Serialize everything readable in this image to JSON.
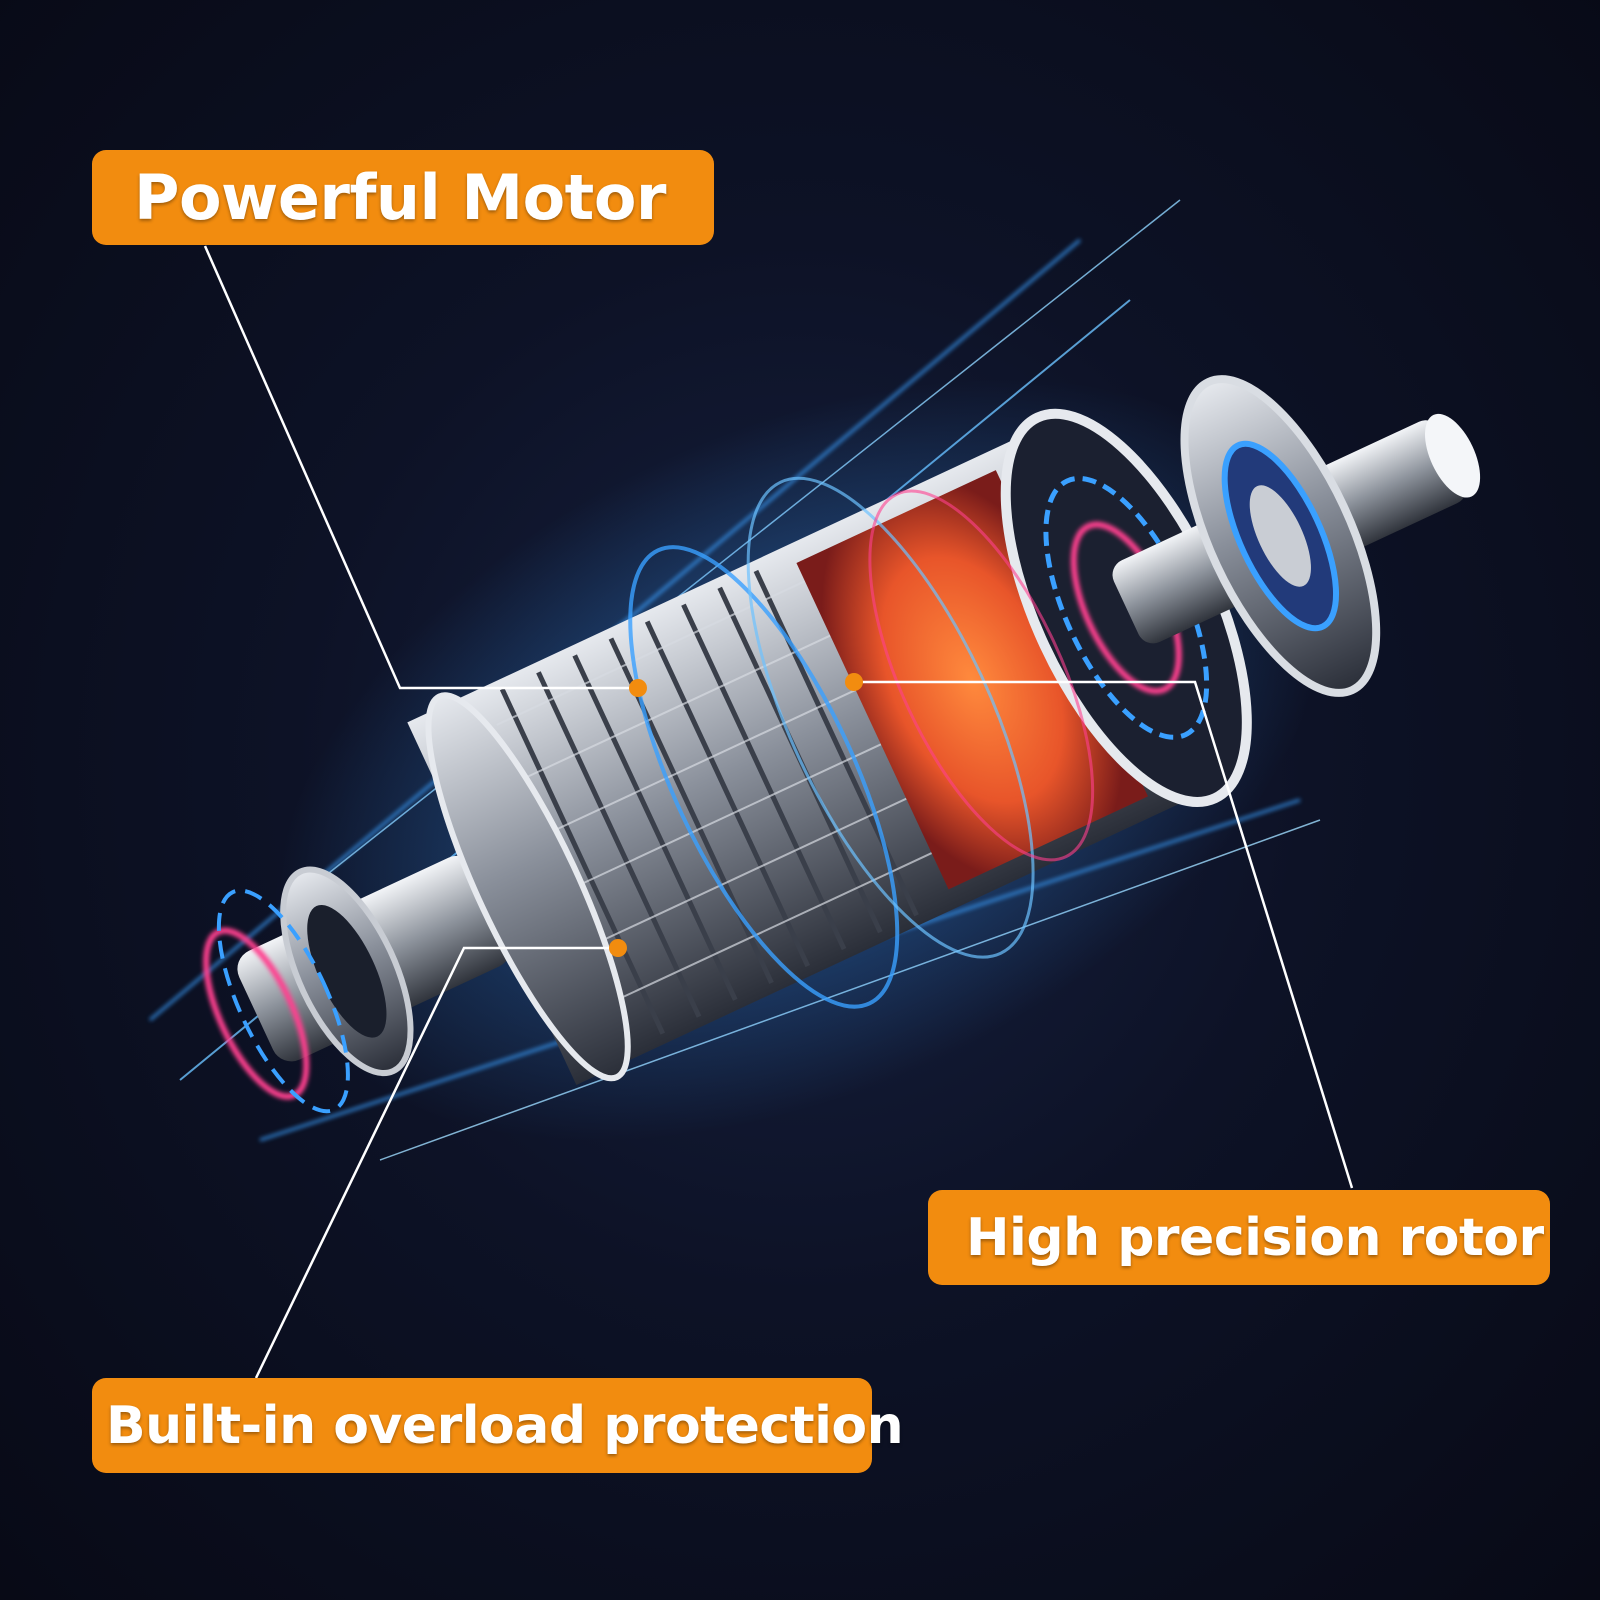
{
  "labels": {
    "powerful_motor": "Powerful Motor",
    "high_precision_rotor": "High precision rotor",
    "overload_protection": "Built-in overload protection"
  },
  "colors": {
    "label_bg": "#f28c0f",
    "callout_dot": "#f28c0f",
    "callout_line": "#ffffff",
    "glow_blue": "#3aa0ff",
    "glow_pink": "#ff3f8f",
    "copper": "#e8552a"
  }
}
